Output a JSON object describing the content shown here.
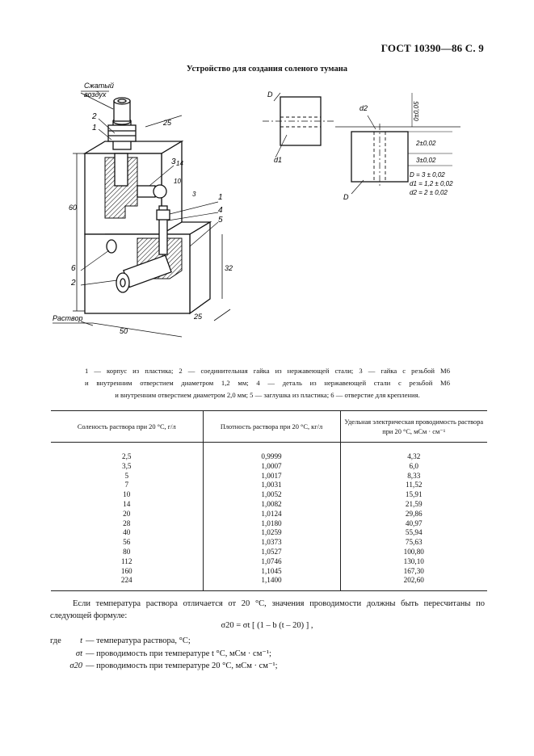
{
  "header": "ГОСТ 10390—86 С. 9",
  "figure": {
    "title": "Устройство для создания соленого тумана",
    "labels": {
      "compressed_air": [
        "Сжатый",
        "воздух"
      ],
      "solution": "Раствор",
      "dim_25_top": "25",
      "dim_14": "14",
      "dim_60": "60",
      "dim_32": "32",
      "dim_25_bottom": "25",
      "dim_50": "50",
      "dim_10": "10",
      "dim_3": "3",
      "n2_top": "2",
      "n1_top": "1",
      "n3": "3",
      "n1_right": "1",
      "n4": "4",
      "n5": "5",
      "n6": "6",
      "n2_bottom": "2"
    },
    "detail": {
      "D_top": "D",
      "d1_top": "d1",
      "d2": "d2",
      "tol_005": "0±0,05",
      "dim_2": "2±0,02",
      "dim_3": "3±0,02",
      "D_eq": "D = 3 ± 0,02",
      "d1_eq": "d1 = 1,2 ± 0,02",
      "d2_eq": "d2 = 2 ± 0,02",
      "D_bottom": "D"
    }
  },
  "caption": {
    "line1": "1 — корпус из пластика; 2 — соединительная гайка из нержавеющей стали; 3 — гайка с резьбой М6",
    "line2": "и внутренним отверстием диаметром 1,2 мм; 4 — деталь из нержавеющей стали с резьбой М6",
    "line3": "и внутренним отверстием диаметром 2,0 мм; 5 — заглушка из пластика; 6 — отверстие для крепления."
  },
  "table": {
    "headers": [
      "Соленость раствора при 20 °С, г/л",
      "Плотность раствора при 20 °С, кг/л",
      "Удельная электрическая проводимость раствора при 20 °С, мСм · см⁻¹"
    ],
    "rows": [
      [
        "2,5",
        "0,9999",
        "4,32"
      ],
      [
        "3,5",
        "1,0007",
        "6,0"
      ],
      [
        "5",
        "1,0017",
        "8,33"
      ],
      [
        "7",
        "1,0031",
        "11,52"
      ],
      [
        "10",
        "1,0052",
        "15,91"
      ],
      [
        "14",
        "1,0082",
        "21,59"
      ],
      [
        "20",
        "1,0124",
        "29,86"
      ],
      [
        "28",
        "1,0180",
        "40,97"
      ],
      [
        "40",
        "1,0259",
        "55,94"
      ],
      [
        "56",
        "1,0373",
        "75,63"
      ],
      [
        "80",
        "1,0527",
        "100,80"
      ],
      [
        "112",
        "1,0746",
        "130,10"
      ],
      [
        "160",
        "1,1045",
        "167,30"
      ],
      [
        "224",
        "1,1400",
        "202,60"
      ]
    ]
  },
  "paragraph": "Если температура раствора отличается от 20 °С, значения проводимости должны быть пересчитаны по следующей формуле:",
  "formula": "σ20 = σt [ (1 – b (t – 20) ] ,",
  "definitions": [
    {
      "prefix": "где",
      "symbol": "t",
      "text": "— температура раствора, °С;"
    },
    {
      "prefix": "",
      "symbol": "σt",
      "text": "— проводимость при температуре t °С, мСм · см⁻¹;"
    },
    {
      "prefix": "",
      "symbol": "σ20",
      "text": "— проводимость при температуре 20 °С, мСм · см⁻¹;"
    }
  ]
}
